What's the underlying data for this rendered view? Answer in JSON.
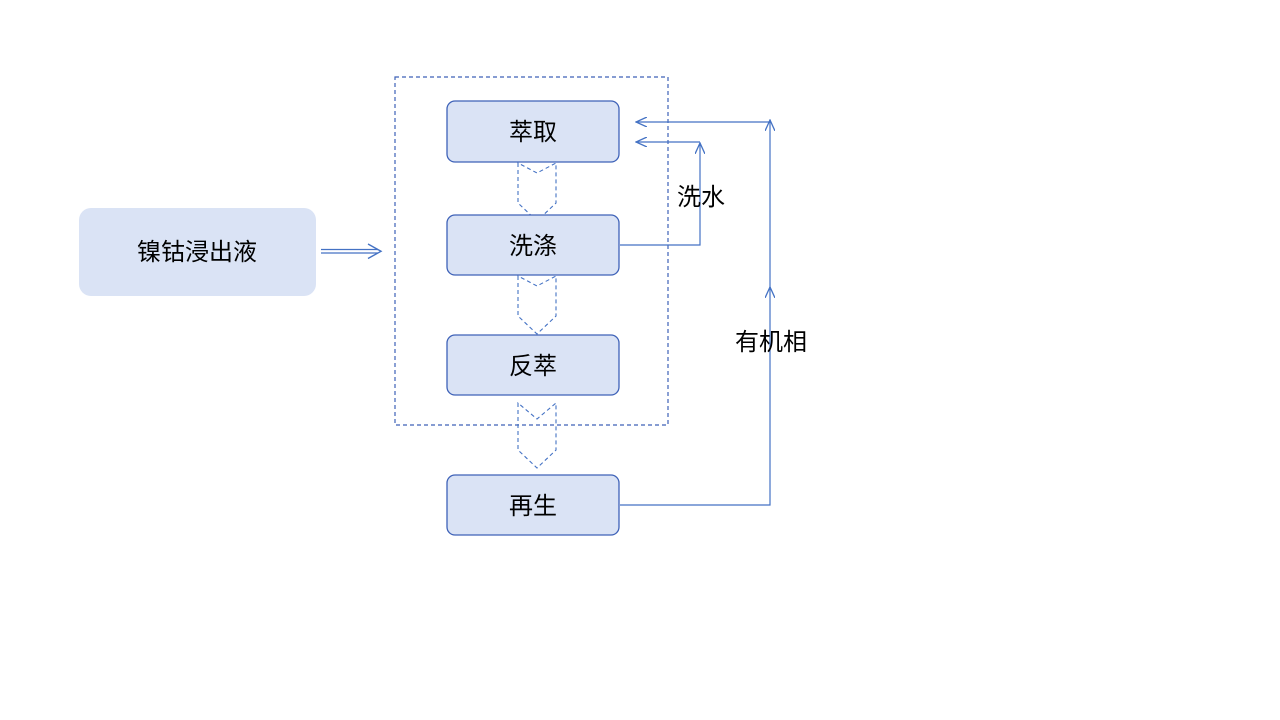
{
  "diagram": {
    "source": {
      "label": "镍钴浸出液"
    },
    "steps": [
      {
        "id": "extraction",
        "label": "萃取"
      },
      {
        "id": "washing",
        "label": "洗涤"
      },
      {
        "id": "stripping",
        "label": "反萃"
      },
      {
        "id": "regeneration",
        "label": "再生"
      }
    ],
    "wash_water_label": "洗水",
    "organic_phase_label": "有机相"
  },
  "colors": {
    "box_fill": "#dae3f5",
    "box_stroke": "#3e62b8",
    "line": "#4472c4",
    "source_fill": "#dae3f5"
  }
}
